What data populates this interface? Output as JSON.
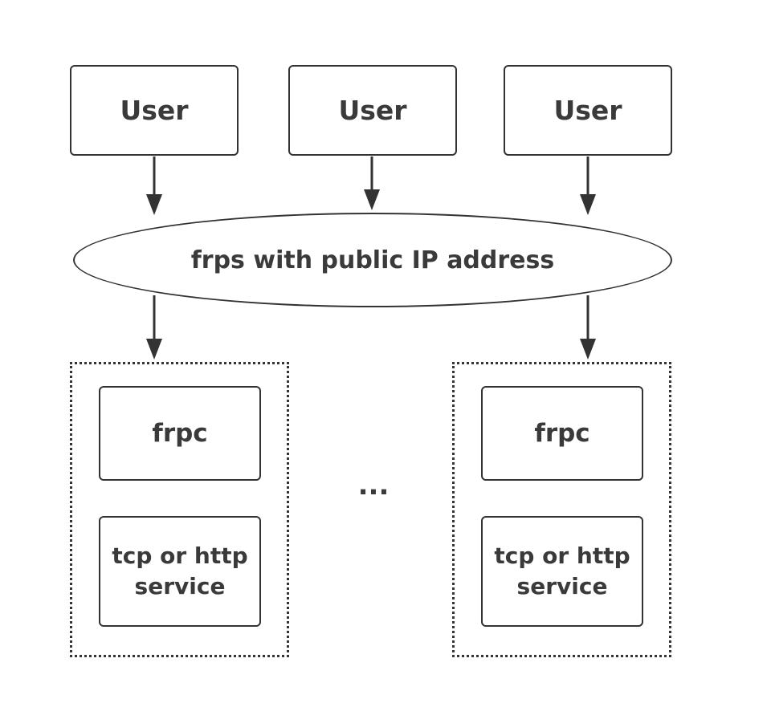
{
  "users": [
    {
      "label": "User"
    },
    {
      "label": "User"
    },
    {
      "label": "User"
    }
  ],
  "server": {
    "label": "frps with public IP address"
  },
  "clients": [
    {
      "agent_label": "frpc",
      "service_line1": "tcp or http",
      "service_line2": "service"
    },
    {
      "agent_label": "frpc",
      "service_line1": "tcp or http",
      "service_line2": "service"
    }
  ],
  "ellipsis": "..."
}
